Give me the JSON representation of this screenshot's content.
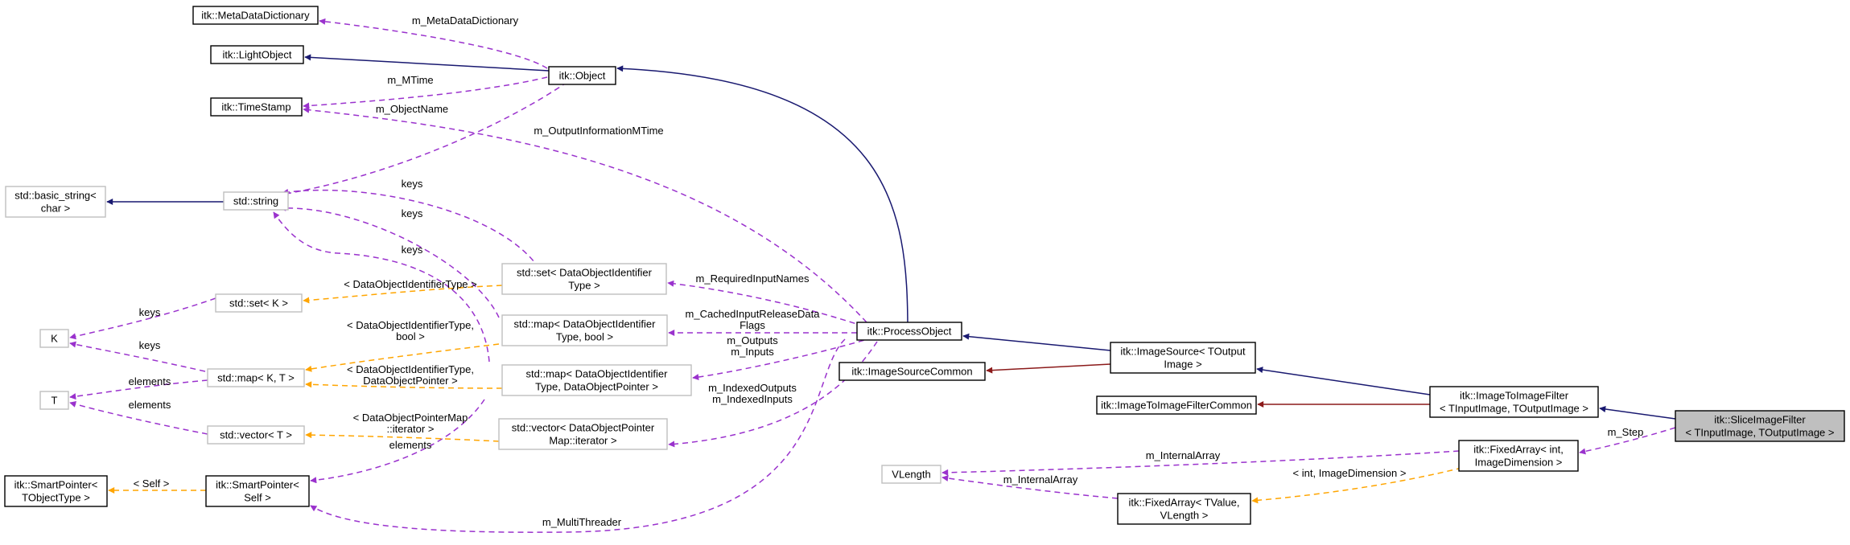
{
  "colors": {
    "inheritance": "#191970",
    "private_inheritance": "#8b1a1a",
    "usage": "#9a32cd",
    "template": "#ffa500",
    "highlight_fill": "#bfbfbf",
    "undocumented_border": "#bfbfbf"
  },
  "nodes": {
    "metadatadict": [
      "itk::MetaDataDictionary"
    ],
    "lightobject": [
      "itk::LightObject"
    ],
    "timestamp": [
      "itk::TimeStamp"
    ],
    "object": [
      "itk::Object"
    ],
    "basic_string": [
      "std::basic_string<",
      "char >"
    ],
    "string": [
      "std::string"
    ],
    "set_k": [
      "std::set< K >"
    ],
    "k": [
      "K"
    ],
    "t": [
      "T"
    ],
    "map_kt": [
      "std::map< K, T >"
    ],
    "vector_t": [
      "std::vector< T >"
    ],
    "sp_tobject": [
      "itk::SmartPointer<",
      "TObjectType >"
    ],
    "sp_self": [
      "itk::SmartPointer<",
      "Self >"
    ],
    "set_doit": [
      "std::set< DataObjectIdentifier",
      "Type >"
    ],
    "map_doit_bool": [
      "std::map< DataObjectIdentifier",
      "Type, bool >"
    ],
    "map_doit_dop": [
      "std::map< DataObjectIdentifier",
      "Type, DataObjectPointer >"
    ],
    "vector_dopm": [
      "std::vector< DataObjectPointer",
      "Map::iterator >"
    ],
    "processobject": [
      "itk::ProcessObject"
    ],
    "imagesourcecommon": [
      "itk::ImageSourceCommon"
    ],
    "imagesource": [
      "itk::ImageSource< TOutput",
      "Image >"
    ],
    "imagetoimagefiltercommon": [
      "itk::ImageToImageFilterCommon"
    ],
    "imagetoimagefilter": [
      "itk::ImageToImageFilter",
      "< TInputImage, TOutputImage >"
    ],
    "sliceimagefilter": [
      "itk::SliceImageFilter",
      "< TInputImage, TOutputImage >"
    ],
    "vlength": [
      "VLength"
    ],
    "fixedarray_int": [
      "itk::FixedArray< int,",
      "ImageDimension >"
    ],
    "fixedarray_tvalue": [
      "itk::FixedArray< TValue,",
      "VLength >"
    ]
  },
  "edge_labels": {
    "m_metadatadictionary": [
      "m_MetaDataDictionary"
    ],
    "m_mtime": [
      "m_MTime"
    ],
    "m_objectname": [
      "m_ObjectName"
    ],
    "m_outputinformationmtime": [
      "m_OutputInformationMTime"
    ],
    "keys_set_doit": [
      "keys"
    ],
    "keys_map_doit_bool": [
      "keys"
    ],
    "keys_map_doit_dop": [
      "keys"
    ],
    "keys_set_k": [
      "keys"
    ],
    "keys_map_kt": [
      "keys"
    ],
    "elements_map": [
      "elements"
    ],
    "elements_vector": [
      "elements"
    ],
    "tpl_set_k": [
      "< DataObjectIdentifierType >"
    ],
    "tpl_map_bool": [
      "< DataObjectIdentifierType,",
      "bool >"
    ],
    "tpl_map_dop": [
      "< DataObjectIdentifierType,",
      "DataObjectPointer >"
    ],
    "tpl_vector": [
      "< DataObjectPointerMap",
      "::iterator >"
    ],
    "tpl_sp_self": [
      "< Self >"
    ],
    "elements_sp": [
      "elements"
    ],
    "m_requiredinputnames": [
      "m_RequiredInputNames"
    ],
    "m_cachedinputreleasedataflags": [
      "m_CachedInputReleaseData",
      "Flags"
    ],
    "m_outputs_inputs": [
      "m_Outputs",
      "m_Inputs"
    ],
    "m_indexed": [
      "m_IndexedOutputs",
      "m_IndexedInputs"
    ],
    "m_multithreader": [
      "m_MultiThreader"
    ],
    "m_internalarray_top": [
      "m_InternalArray"
    ],
    "m_internalarray_bottom": [
      "m_InternalArray"
    ],
    "tpl_fixedarray": [
      "< int, ImageDimension >"
    ],
    "m_step": [
      "m_Step"
    ]
  }
}
